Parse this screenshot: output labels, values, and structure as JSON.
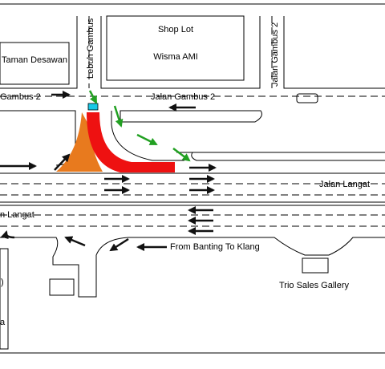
{
  "map": {
    "labels": {
      "taman_desawan": "Taman Desawan",
      "lebuh_gambus": "Lebuh Gambus",
      "shop_lot": "Shop Lot",
      "wisma_ami": "Wisma AMI",
      "jalan_gambus_2_vertical": "Jalan Gambus 2",
      "jalan_gambus_2_main": "Jalan Gambus 2",
      "jalan_gambus_2_left": "Gambus 2",
      "jalan_langat_right": "Jalan Langat",
      "jalan_langat_left": "n Langat",
      "from_banting": "From Banting To Klang",
      "trio_sales": "Trio Sales Gallery",
      "left_frag_a": ")",
      "left_frag_b": "a"
    },
    "colors": {
      "highlight_red": "#ee1111",
      "highlight_orange": "#e87a1e",
      "marker_cyan": "#18c8e6",
      "flow_arrow_green": "#22a022",
      "flow_arrow_black": "#111111"
    }
  }
}
